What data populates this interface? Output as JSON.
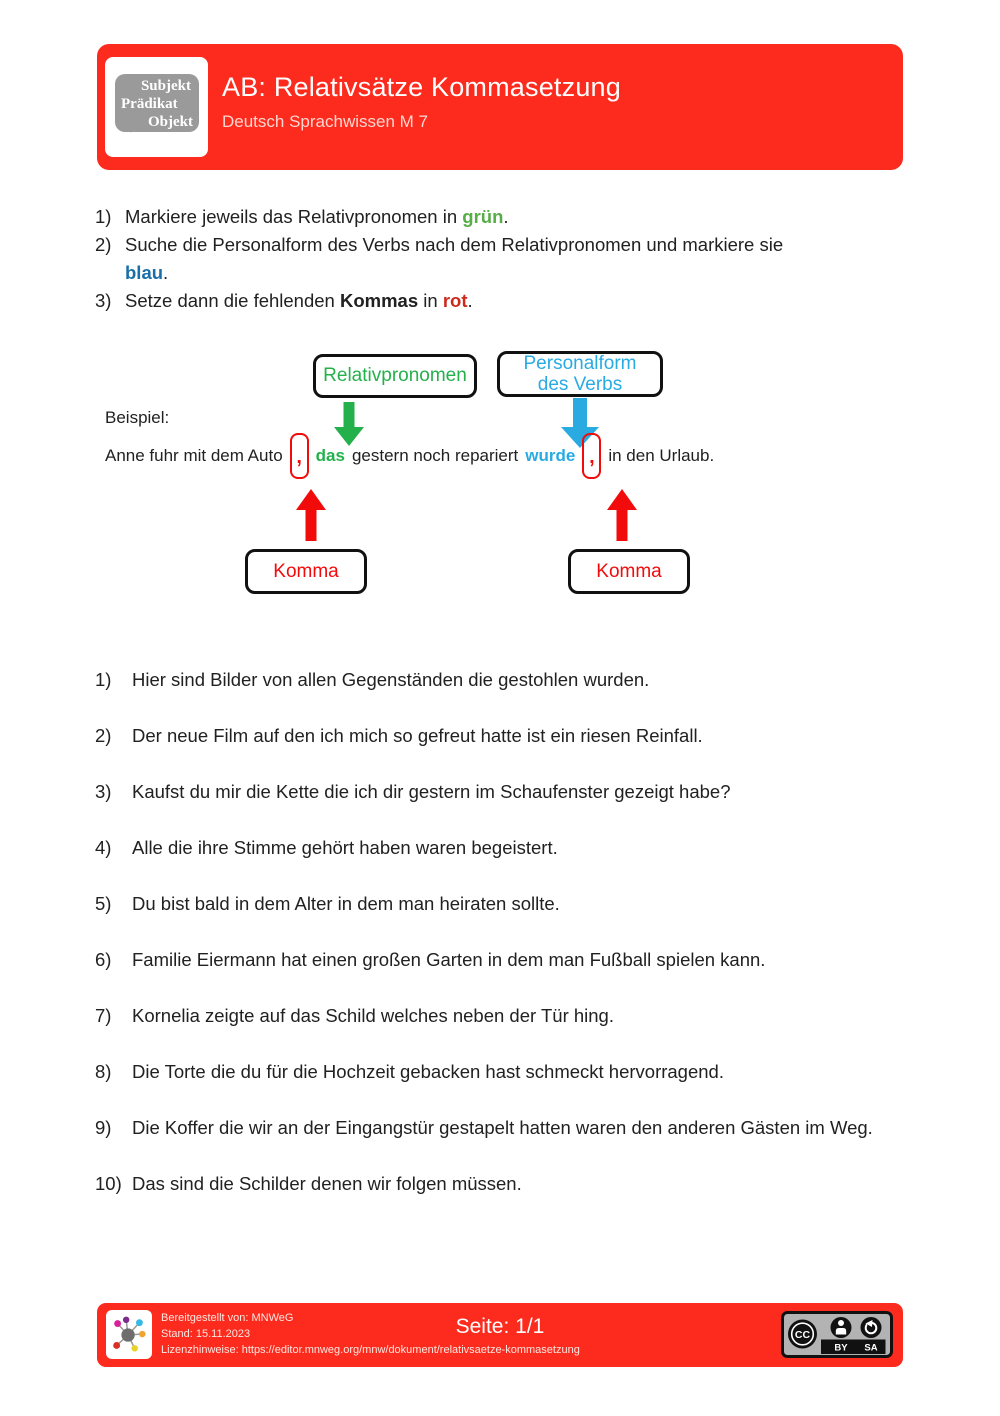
{
  "palette": {
    "header_red": "#fc2b1d",
    "green": "#57ad48",
    "blue": "#1b6fa8",
    "red": "#cc2a1c",
    "diagram_green": "#24b14b",
    "diagram_blue": "#29abe2",
    "diagram_red": "#f20b0b",
    "text": "#212121"
  },
  "header": {
    "title": "AB: Relativsätze Kommasetzung",
    "subtitle": "Deutsch Sprachwissen M 7",
    "logo_lines": [
      "Subjekt",
      "Prädikat",
      "Objekt"
    ]
  },
  "instructions": [
    {
      "num": "1)",
      "parts": [
        {
          "text": "Markiere jeweils das Relativpronomen in ",
          "style": "plain"
        },
        {
          "text": "grün",
          "style": "green"
        },
        {
          "text": ".",
          "style": "plain"
        }
      ]
    },
    {
      "num": "2)",
      "parts": [
        {
          "text": "Suche die Personalform des Verbs nach dem Relativpronomen und markiere sie ",
          "style": "plain"
        },
        {
          "text": "blau",
          "style": "blue"
        },
        {
          "text": ".",
          "style": "plain"
        }
      ]
    },
    {
      "num": "3)",
      "parts": [
        {
          "text": "Setze dann die fehlenden ",
          "style": "plain"
        },
        {
          "text": "Kommas",
          "style": "bold"
        },
        {
          "text": " in ",
          "style": "plain"
        },
        {
          "text": "rot",
          "style": "red"
        },
        {
          "text": ".",
          "style": "plain"
        }
      ]
    }
  ],
  "diagram": {
    "relativpronomen_label": "Relativpronomen",
    "personalform_line1": "Personalform",
    "personalform_line2": "des Verbs",
    "beispiel_label": "Beispiel:",
    "sentence": {
      "pre": "Anne fuhr mit dem Auto",
      "comma": ",",
      "relpronoun": "das",
      "middle": "gestern noch repariert",
      "verb": "wurde",
      "post": "in den Urlaub."
    },
    "komma_label": "Komma"
  },
  "sentences": [
    {
      "num": "1)",
      "text": "Hier sind Bilder von allen Gegenständen die gestohlen wurden."
    },
    {
      "num": "2)",
      "text": "Der neue Film auf den ich mich so gefreut hatte ist ein riesen Reinfall."
    },
    {
      "num": "3)",
      "text": "Kaufst du mir die Kette die ich dir gestern im Schaufenster gezeigt habe?"
    },
    {
      "num": "4)",
      "text": "Alle die ihre Stimme gehört haben waren begeistert."
    },
    {
      "num": "5)",
      "text": "Du bist bald in dem Alter in dem man heiraten sollte."
    },
    {
      "num": "6)",
      "text": "Familie Eiermann hat einen großen Garten in dem man Fußball spielen kann."
    },
    {
      "num": "7)",
      "text": "Kornelia zeigte auf das Schild welches neben der Tür hing."
    },
    {
      "num": "8)",
      "text": "Die Torte die du für die Hochzeit gebacken hast schmeckt hervorragend."
    },
    {
      "num": "9)",
      "text": "Die Koffer die wir an der Eingangstür gestapelt hatten waren den anderen Gästen im Weg."
    },
    {
      "num": "10)",
      "text": "Das sind die Schilder denen wir folgen müssen."
    }
  ],
  "footer": {
    "provided_by": "Bereitgestellt von: MNWeG",
    "stand": "Stand: 15.11.2023",
    "license": "Lizenzhinweise: https://editor.mnweg.org/mnw/dokument/relativsaetze-kommasetzung",
    "page": "Seite: 1/1",
    "cc_label": "CC",
    "cc_by": "BY",
    "cc_sa": "SA",
    "icons": [
      "cc-circle-icon",
      "attribution-person-icon",
      "share-alike-arrow-icon",
      "mnweg-network-icon"
    ]
  }
}
